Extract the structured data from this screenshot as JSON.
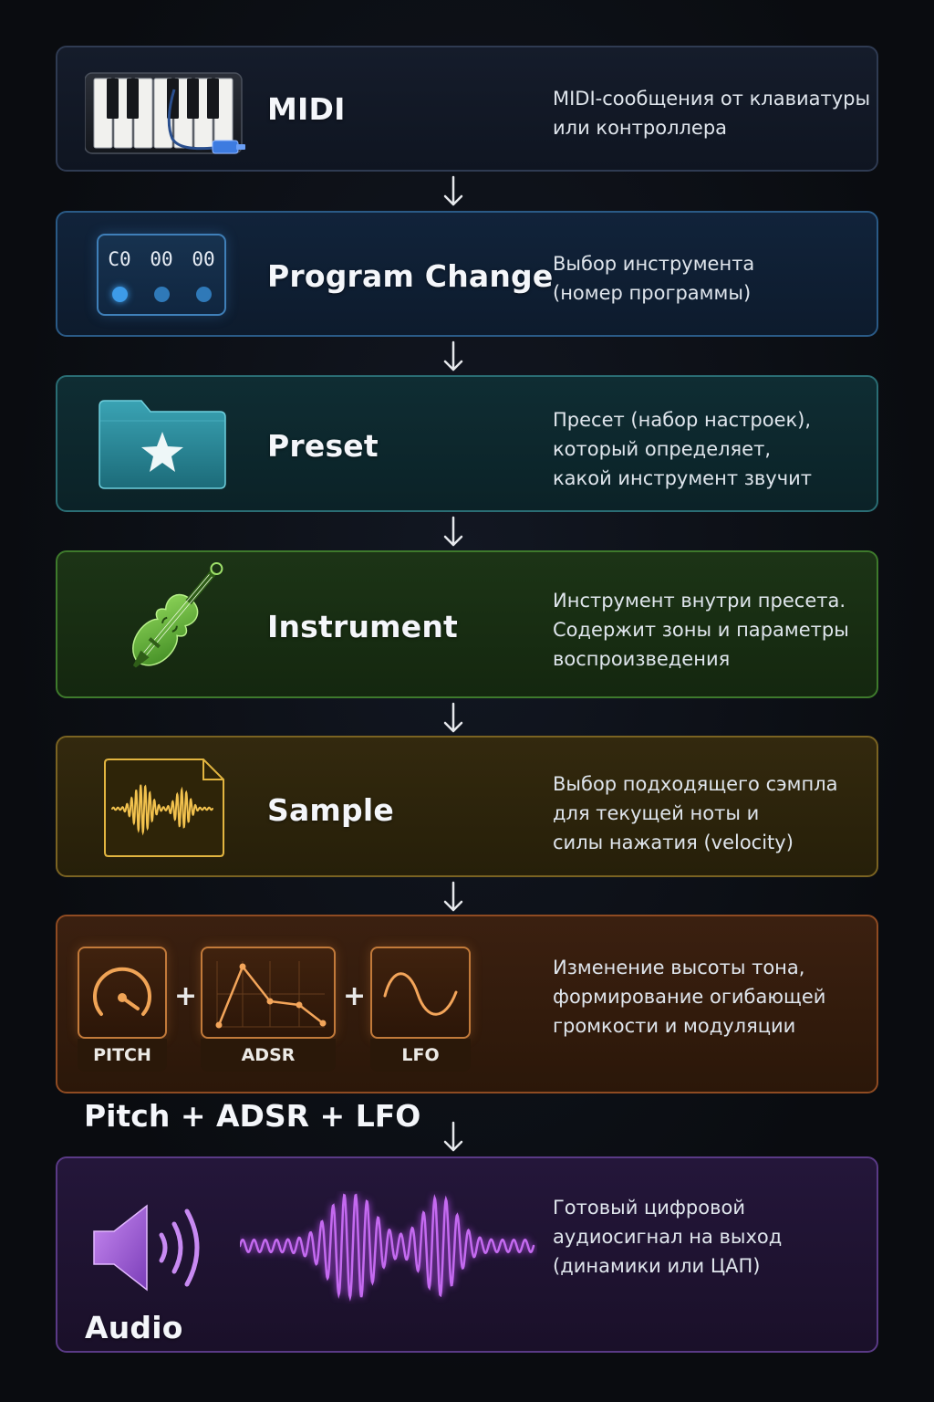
{
  "steps": {
    "midi": {
      "title": "MIDI",
      "desc": [
        "MIDI-сообщения от клавиатуры",
        "или контроллера"
      ],
      "icon": "midi-keyboard-icon",
      "color": "#2f3b52"
    },
    "program": {
      "title": "Program Change",
      "desc": [
        "Выбор инструмента",
        "(номер программы)"
      ],
      "icon": "midi-message-icon",
      "bytes": [
        "C0",
        "00",
        "00"
      ],
      "color": "#2a5a86"
    },
    "preset": {
      "title": "Preset",
      "desc": [
        "Пресет (набор настроек),",
        "который определяет,",
        "какой инструмент звучит"
      ],
      "icon": "star-folder-icon",
      "color": "#2a6d74"
    },
    "instrument": {
      "title": "Instrument",
      "desc": [
        "Инструмент внутри пресета.",
        "Содержит зоны и параметры",
        "воспроизведения"
      ],
      "icon": "violin-icon",
      "color": "#3e7a2c"
    },
    "sample": {
      "title": "Sample",
      "desc": [
        "Выбор подходящего сэмпла",
        "для текущей ноты и",
        "силы нажатия (velocity)"
      ],
      "icon": "waveform-file-icon",
      "color": "#7a6322"
    },
    "modulation": {
      "desc": [
        "Изменение высоты тона,",
        "формирование огибающей",
        "громкости и модуляции"
      ],
      "modules": [
        {
          "label": "PITCH",
          "icon": "pitch-knob-icon"
        },
        {
          "label": "ADSR",
          "icon": "adsr-envelope-icon"
        },
        {
          "label": "LFO",
          "icon": "lfo-sine-icon"
        }
      ],
      "plus": "+",
      "chain_label": "Pitch + ADSR + LFO",
      "color": "#8f4b22"
    },
    "audio": {
      "title": "Audio",
      "desc": [
        "Готовый цифровой",
        "аудиосигнал на выход",
        "(динамики или ЦАП)"
      ],
      "icon": "speaker-icon",
      "color": "#5a3a86"
    }
  }
}
